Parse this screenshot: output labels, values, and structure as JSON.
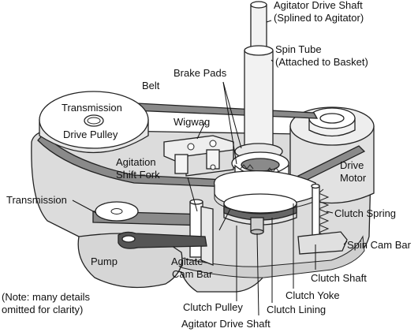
{
  "labels": {
    "agitator_drive_shaft_top_1": "Agitator Drive Shaft",
    "agitator_drive_shaft_top_2": "(Splined to Agitator)",
    "spin_tube_1": "Spin Tube",
    "spin_tube_2": "(Attached to Basket)",
    "brake_pads": "Brake Pads",
    "belt": "Belt",
    "transmission_drive_pulley_1": "Transmission",
    "transmission_drive_pulley_2": "Drive Pulley",
    "wigwag": "Wigwag",
    "agitation_shift_fork_1": "Agitation",
    "agitation_shift_fork_2": "Shift Fork",
    "drive_motor_1": "Drive",
    "drive_motor_2": "Motor",
    "transmission": "Transmission",
    "clutch_spring": "Clutch Spring",
    "spin_cam_bar": "Spin Cam Bar",
    "pump": "Pump",
    "agitate_cam_bar_1": "Agitate",
    "agitate_cam_bar_2": "Cam  Bar",
    "clutch_shaft": "Clutch Shaft",
    "note_1": "(Note: many details",
    "note_2": "omitted for clarity)",
    "clutch_yoke": "Clutch Yoke",
    "clutch_pulley": "Clutch Pulley",
    "clutch_lining": "Clutch Lining",
    "agitator_drive_shaft_bottom": "Agitator Drive Shaft"
  },
  "colors": {
    "outline": "#222222",
    "light_fill": "#dcdcdc",
    "mid_fill": "#bdbdbd",
    "belt_fill": "#8a8a8a",
    "dark_fill": "#555555"
  }
}
